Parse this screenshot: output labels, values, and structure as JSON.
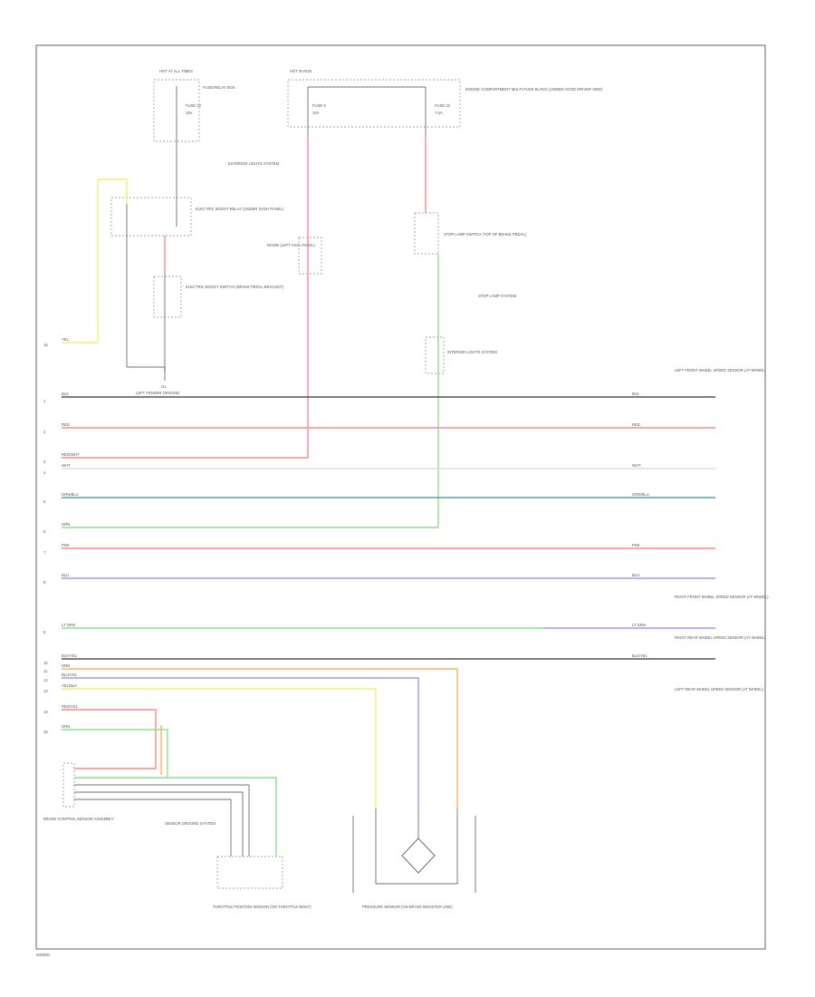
{
  "page_ref": "W/D/ED",
  "fuse_blocks": [
    {
      "id": "left-fuse-box",
      "title": "HOT AT ALL TIMES",
      "fuse_no": "FUSE 10",
      "amps": "15A",
      "note": "FUSE/RELAY BOX"
    },
    {
      "id": "main-fuse-box",
      "title": "HOT IN RUN",
      "fuse_a_no": "FUSE 5",
      "fuse_a_amps": "10A",
      "fuse_b_no": "FUSE 22",
      "fuse_b_amps": "7.5A",
      "note": "ENGINE COMPARTMENT MULTI-FUSE BLOCK (UNDER HOOD DRIVER SIDE)"
    }
  ],
  "components": {
    "starter_relay": "ELECTRIC BOOST RELAY (UNDER DASH PANEL)",
    "brake_switch": "ELECTRIC BOOST SWITCH (BRAKE PEDAL BRACKET)",
    "stop_lamp_switch": "STOP LAMP SWITCH (TOP OF BRAKE PEDAL)",
    "diode": "DIODE (LEFT KICK PANEL)",
    "ground": "LEFT FENDER GROUND",
    "ground_id": "G1",
    "stop_lamp_ref": "STOP LAMP SYSTEM",
    "interior_ref": "INTERIOR LIGHTS SYSTEM",
    "power_ref": "EXTERIOR LIGHTS SYSTEM",
    "throttle_sensor": "THROTTLE POSITION SENSOR (ON THROTTLE BODY)",
    "pressure_sensor": "PRESSURE SENSOR (ON BRAKE BOOSTER LINE)",
    "yaw_sensor": "BRAKE CONTROL SENSOR ASSEMBLY",
    "sensor_ref": "SENSOR GROUND SYSTEM"
  },
  "wires": [
    {
      "pin": "1",
      "color": "BLK",
      "dest_label": "BLK"
    },
    {
      "pin": "2",
      "color": "RED",
      "dest_label": "RED"
    },
    {
      "pin": "3",
      "color": "RED/WHT",
      "dest_label": ""
    },
    {
      "pin": "4",
      "color": "WHT",
      "dest_label": "WHT"
    },
    {
      "pin": "5",
      "color": "GRN/BLU",
      "dest_label": "GRN/BLU"
    },
    {
      "pin": "6",
      "color": "GRN",
      "dest_label": ""
    },
    {
      "pin": "7",
      "color": "PNK",
      "dest_label": "PNK"
    },
    {
      "pin": "8",
      "color": "BLU",
      "dest_label": "BLU"
    },
    {
      "pin": "9",
      "color": "LT GRN",
      "dest_label": "LT GRN"
    },
    {
      "pin": "10",
      "color": "BLK/YEL",
      "dest_label": "BLK/YEL"
    },
    {
      "pin": "11",
      "color": "ORN",
      "dest_label": ""
    },
    {
      "pin": "12",
      "color": "BLU/YEL",
      "dest_label": ""
    },
    {
      "pin": "13",
      "color": "YEL/BLK",
      "dest_label": ""
    },
    {
      "pin": "14",
      "color": "RED/YEL",
      "dest_label": ""
    },
    {
      "pin": "15",
      "color": "GRN",
      "dest_label": ""
    },
    {
      "pin": "16",
      "color": "YEL",
      "dest_label": ""
    }
  ],
  "wheel_sensors": [
    {
      "label": "LEFT FRONT WHEEL SPEED SENSOR (AT WHEEL)"
    },
    {
      "label": "RIGHT FRONT WHEEL SPEED SENSOR (AT WHEEL)"
    },
    {
      "label": "RIGHT REAR WHEEL SPEED SENSOR (AT WHEEL)"
    },
    {
      "label": "LEFT REAR WHEEL SPEED SENSOR (AT WHEEL)"
    }
  ],
  "colors": {
    "red": "#ff8a8a",
    "green": "#8fe08f",
    "blue": "#9a9aff",
    "teal": "#5aa0a8",
    "orange": "#ffb060",
    "yellow": "#f4f070",
    "black": "#555555",
    "white": "#dddddd"
  }
}
